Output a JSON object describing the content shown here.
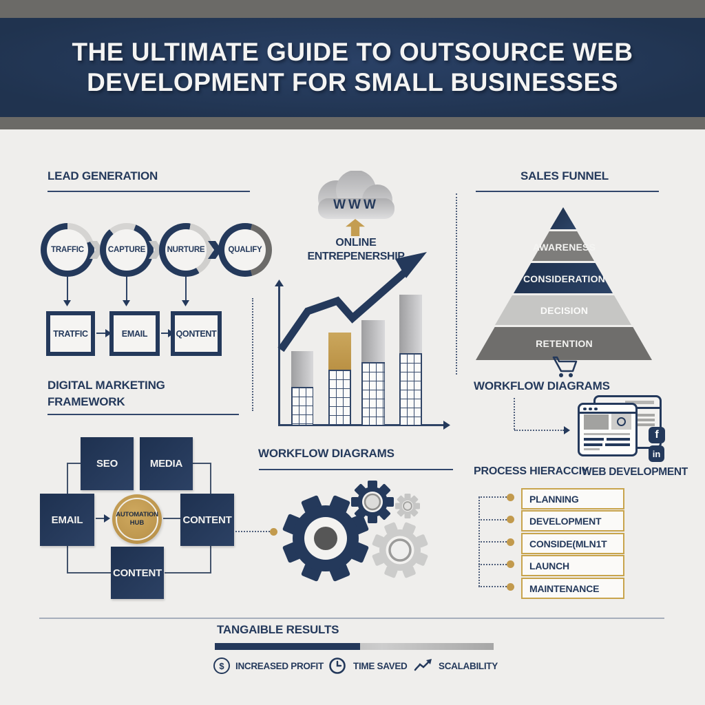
{
  "header": {
    "title_line1": "THE ULTIMATE GUIDE TO OUTSOURCE WEB",
    "title_line2": "DEVELOPMENT FOR SMALL BUSINESSES"
  },
  "lead_generation": {
    "heading": "LEAD GENERATION",
    "steps": [
      "TRAFFIC",
      "CAPTURE",
      "NURTURE",
      "QUALIFY"
    ],
    "flow_boxes": [
      "TRATFIC",
      "EMAIL",
      "QONTENT"
    ]
  },
  "online": {
    "cloud": "WWW",
    "line1": "ONLINE",
    "line2": "ENTREPENERSHIP"
  },
  "sales_funnel": {
    "heading": "SALES FUNNEL",
    "layers": [
      "AWARENESS",
      "CONSIDERATION",
      "DECISION",
      "RETENTION"
    ]
  },
  "digital_marketing": {
    "heading_line1": "DIGITAL MARKETING",
    "heading_line2": "FRAMEWORK",
    "nodes": {
      "top_left": "SEO",
      "top_right": "MEDIA",
      "left": "EMAIL",
      "right": "CONTENT",
      "bottom": "CONTENT"
    },
    "hub_line1": "AUTOMATION",
    "hub_line2": "HUB"
  },
  "workflow_center": {
    "heading": "WORKFLOW DIAGRAMS"
  },
  "workflow_right": {
    "heading": "WORKFLOW DIAGRAMS",
    "caption": "WEB DEVELOPMENT",
    "facebook_glyph": "f",
    "linkedin_glyph": "in"
  },
  "process_hierarchy": {
    "heading": "PROCESS HIERACCIY",
    "items": [
      "PLANNING",
      "DEVELOPMENT",
      "CONSIDE(MLN1T",
      "LAUNCH",
      "MAINTENANCE"
    ]
  },
  "results": {
    "heading": "TANGAIBLE RESULTS",
    "progress_percent": 52,
    "dollar_symbol": "$",
    "items": [
      "INCREASED PROFIT",
      "TIME SAVED",
      "SCALABILITY"
    ]
  },
  "chart_data": {
    "type": "bar",
    "title": "",
    "xlabel": "",
    "ylabel": "",
    "categories": [
      "",
      "",
      "",
      ""
    ],
    "values": [
      108,
      135,
      153,
      190
    ],
    "bar_colors": [
      "gray",
      "gold",
      "gray",
      "gray"
    ],
    "grid_section_heights": [
      56,
      81,
      92,
      105
    ],
    "axes_labeled": false,
    "annotations": [
      "upward zigzag trend arrow over bars"
    ]
  },
  "icons": {
    "cloud": "www-cloud-icon",
    "up_arrow": "gold-up-arrow-icon",
    "trend": "trend-arrow-icon",
    "cart": "shopping-cart-icon",
    "gears": "gears-icon",
    "facebook": "facebook-icon",
    "linkedin": "linkedin-icon",
    "dollar": "dollar-circle-icon",
    "clock": "clock-icon",
    "growth": "growth-chart-icon"
  },
  "colors": {
    "navy": "#24395b",
    "gold": "#c49d51",
    "light_gray": "#c9c9c8",
    "mid_gray": "#7e7d7b",
    "dark_gray": "#6f6e6c",
    "band_gray": "#6b6a67",
    "background": "#efeeec"
  }
}
